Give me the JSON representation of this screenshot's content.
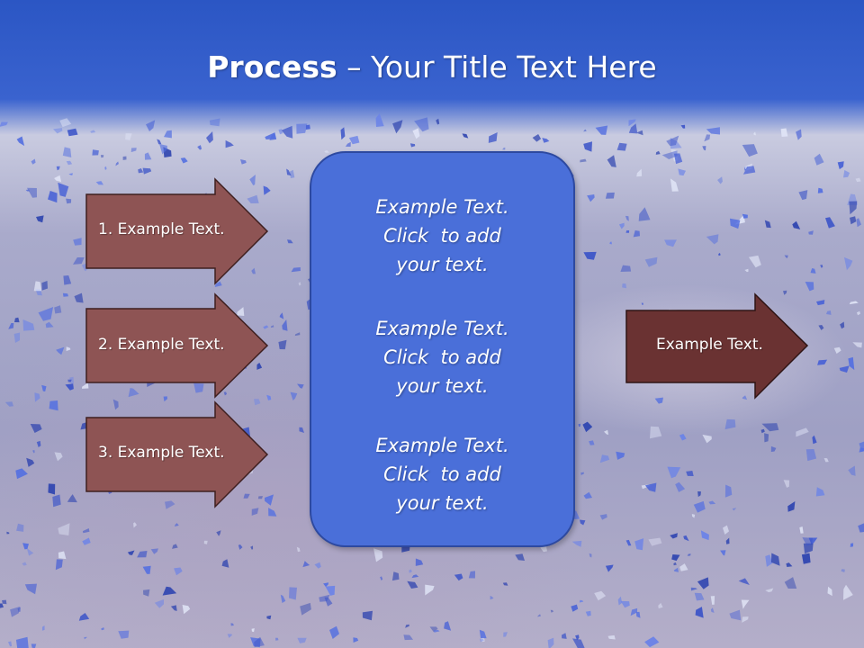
{
  "slide": {
    "title_bold": "Process",
    "title_rest": " – Your Title Text Here"
  },
  "left_arrows": [
    {
      "label": "1. Example Text."
    },
    {
      "label": "2. Example Text."
    },
    {
      "label": "3. Example Text."
    }
  ],
  "center_box": {
    "blocks": [
      {
        "lines": [
          "Example Text.",
          "Click  to add",
          "your text."
        ]
      },
      {
        "lines": [
          "Example Text.",
          "Click  to add",
          "your text."
        ]
      },
      {
        "lines": [
          "Example Text.",
          "Click  to add",
          "your text."
        ]
      }
    ]
  },
  "right_arrow": {
    "label": "Example Text."
  },
  "colors": {
    "header_blue": "#2b56c4",
    "left_arrow_fill": "#8e5454",
    "right_arrow_fill": "#6a3232",
    "center_box_fill": "#4a6fd9"
  }
}
